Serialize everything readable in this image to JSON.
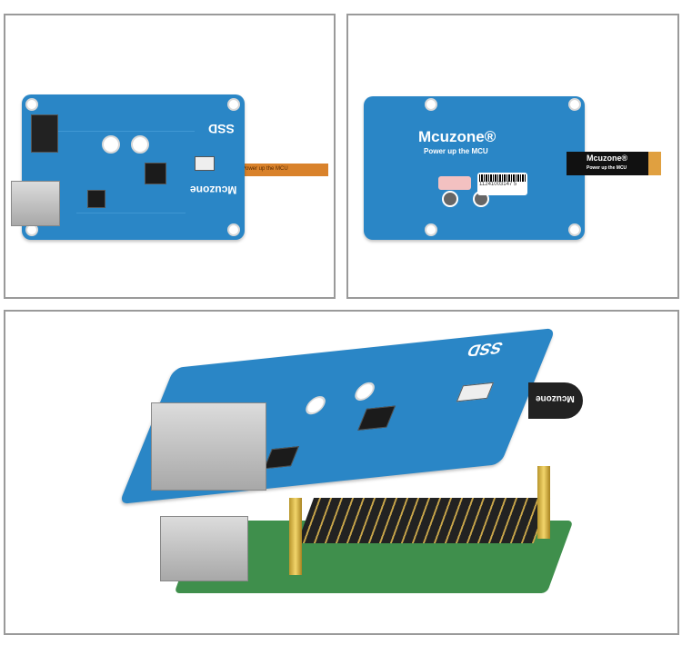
{
  "front_photo": {
    "board_logo": "Mcuzone",
    "board_text": "SSD",
    "cable_text": "Power up the MCU"
  },
  "back_photo": {
    "board_logo": "Mcuzone®",
    "board_slogan": "Power up the MCU",
    "cable_logo": "Mcuzone®",
    "cable_slogan": "Power up the MCU",
    "barcode_number": "11241003147 5"
  },
  "stack_photo": {
    "board_text": "SSD",
    "cable_logo": "Mcuzone"
  },
  "colors": {
    "pcb_blue": "#2a86c6",
    "frame": "#9a9a9a",
    "pcb_green": "#3f8f4c"
  }
}
